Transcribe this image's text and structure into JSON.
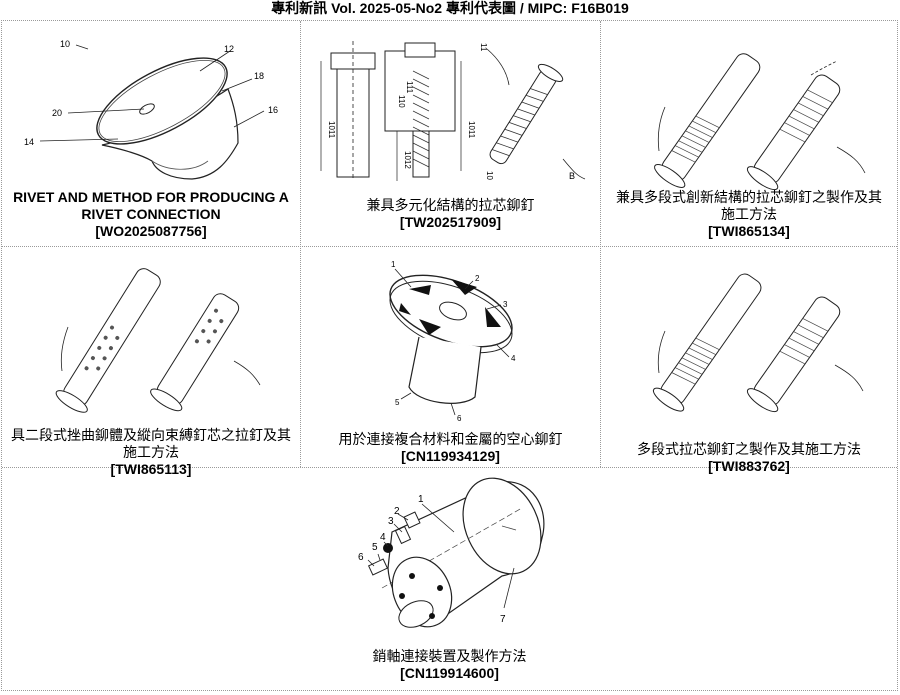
{
  "header": {
    "title": "專利新訊  Vol. 2025-05-No2  專利代表圖  /  MIPC:  F16B019"
  },
  "patents": [
    {
      "title": "RIVET AND METHOD FOR PRODUCING A RIVET CONNECTION",
      "number": "[WO2025087756]",
      "figure_labels": [
        "10",
        "12",
        "18",
        "16",
        "20",
        "14"
      ]
    },
    {
      "title": "兼具多元化結構的拉芯鉚釘",
      "number": "[TW202517909]",
      "figure_labels": [
        "1011",
        "111",
        "110",
        "1012",
        "1011",
        "11",
        "10",
        "B"
      ]
    },
    {
      "title": "兼具多段式創新結構的拉芯鉚釘之製作及其施工方法",
      "number": "[TWI865134]",
      "figure_labels": []
    },
    {
      "title": "具二段式挫曲鉚體及縱向束縛釘芯之拉釘及其施工方法",
      "number": "[TWI865113]",
      "figure_labels": []
    },
    {
      "title": "用於連接複合材料和金屬的空心鉚釘",
      "number": "[CN119934129]",
      "figure_labels": [
        "1",
        "2",
        "3",
        "4",
        "5",
        "6"
      ]
    },
    {
      "title": "多段式拉芯鉚釘之製作及其施工方法",
      "number": "[TWI883762]",
      "figure_labels": []
    },
    {
      "title": "銷軸連接裝置及製作方法",
      "number": "[CN119914600]",
      "figure_labels": [
        "1",
        "2",
        "3",
        "4",
        "5",
        "6",
        "7"
      ]
    }
  ]
}
